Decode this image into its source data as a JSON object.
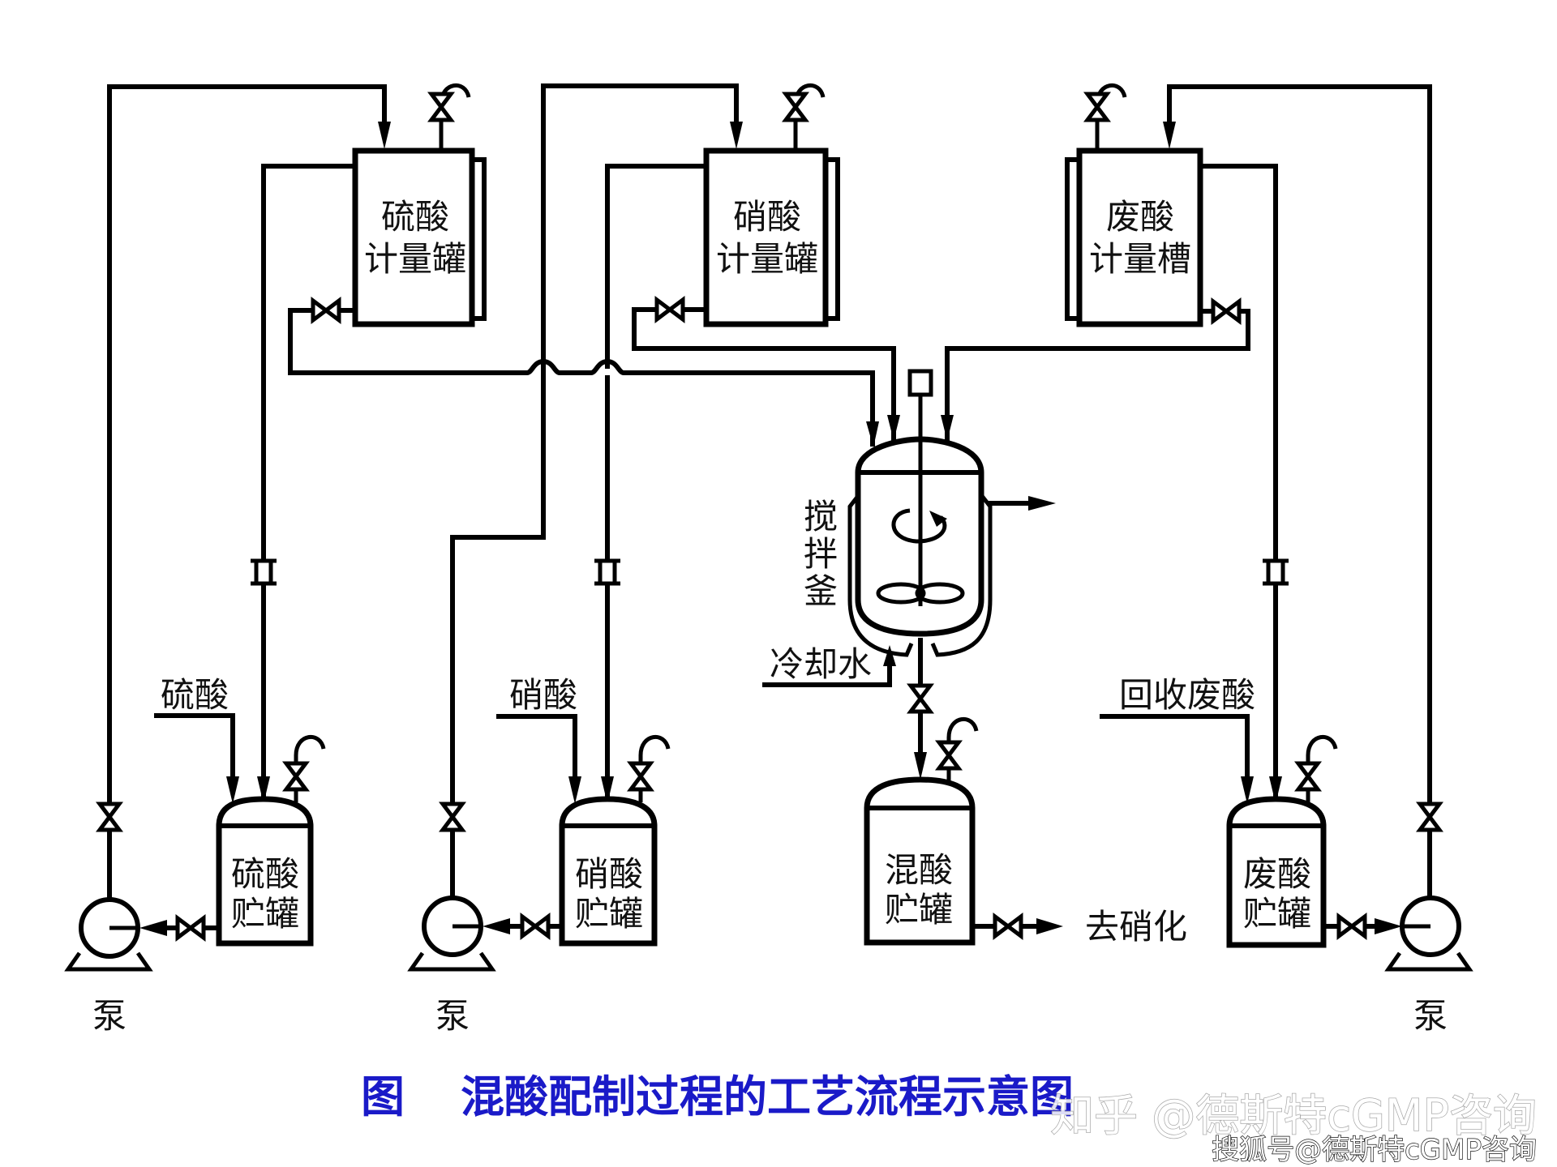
{
  "diagram": {
    "title": "混酸配制过程的工艺流程示意图",
    "figure_prefix": "图",
    "equipment": {
      "sulfuric_meter_tank": {
        "line1": "硫酸",
        "line2": "计量罐"
      },
      "nitric_meter_tank": {
        "line1": "硝酸",
        "line2": "计量罐"
      },
      "waste_meter_tank": {
        "line1": "废酸",
        "line2": "计量槽"
      },
      "reactor": {
        "chars": [
          "搅",
          "拌",
          "釜"
        ]
      },
      "sulfuric_storage_tank": {
        "line1": "硫酸",
        "line2": "贮罐"
      },
      "nitric_storage_tank": {
        "line1": "硝酸",
        "line2": "贮罐"
      },
      "mixed_storage_tank": {
        "line1": "混酸",
        "line2": "贮罐"
      },
      "waste_storage_tank": {
        "line1": "废酸",
        "line2": "贮罐"
      },
      "pump_label": "泵"
    },
    "streams": {
      "sulfuric_feed": "硫酸",
      "nitric_feed": "硝酸",
      "waste_feed": "回收废酸",
      "cooling_water": "冷却水",
      "to_nitration": "去硝化"
    },
    "colors": {
      "line": "#000000",
      "caption": "#1a1ac8",
      "background": "#ffffff"
    }
  },
  "watermarks": {
    "zhihu": "知乎 @德斯特cGMP咨询",
    "sohu": "搜狐号@德斯特cGMP咨询"
  }
}
